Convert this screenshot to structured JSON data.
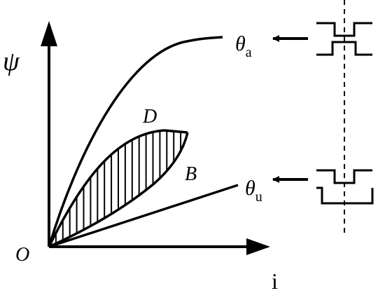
{
  "labels": {
    "y_axis": "ψ",
    "x_axis": "i",
    "origin": "O",
    "point_d": "D",
    "point_b": "B",
    "theta_a_main": "θ",
    "theta_a_sub": "a",
    "theta_u_main": "θ",
    "theta_u_sub": "u"
  },
  "hatch_line_count": 20
}
